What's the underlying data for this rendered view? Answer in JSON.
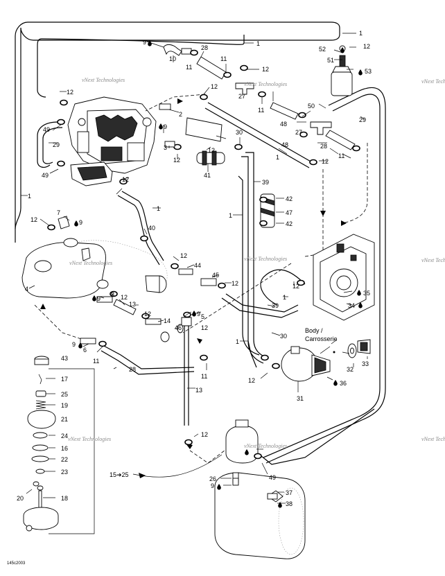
{
  "diagram": {
    "code": "145c2003",
    "watermark": "vNext Technologies",
    "body_label": "Body /\nCarrosserie",
    "body_label_line1": "Body /",
    "body_label_line2": "Carrosserie",
    "range_label": "15➔25"
  },
  "callouts": [
    {
      "id": "c1a",
      "text": "1"
    },
    {
      "id": "c1b",
      "text": "1"
    },
    {
      "id": "c1c",
      "text": "1"
    },
    {
      "id": "c1d",
      "text": "1"
    },
    {
      "id": "c1e",
      "text": "1"
    },
    {
      "id": "c1f",
      "text": "1"
    },
    {
      "id": "c1g",
      "text": "1"
    },
    {
      "id": "c1h",
      "text": "1"
    },
    {
      "id": "c2",
      "text": "2"
    },
    {
      "id": "c3",
      "text": "3"
    },
    {
      "id": "c4",
      "text": "4"
    },
    {
      "id": "c5",
      "text": "5"
    },
    {
      "id": "c6",
      "text": "6"
    },
    {
      "id": "c7",
      "text": "7"
    },
    {
      "id": "c8",
      "text": "8"
    },
    {
      "id": "c9a",
      "text": "9"
    },
    {
      "id": "c9b",
      "text": "9"
    },
    {
      "id": "c9c",
      "text": "9"
    },
    {
      "id": "c9d",
      "text": "9"
    },
    {
      "id": "c9e",
      "text": "9"
    },
    {
      "id": "c9f",
      "text": "9"
    },
    {
      "id": "c9g",
      "text": "9"
    },
    {
      "id": "c10",
      "text": "10"
    },
    {
      "id": "c11a",
      "text": "11"
    },
    {
      "id": "c11b",
      "text": "11"
    },
    {
      "id": "c11c",
      "text": "11"
    },
    {
      "id": "c11d",
      "text": "11"
    },
    {
      "id": "c11e",
      "text": "11"
    },
    {
      "id": "c11f",
      "text": "11"
    },
    {
      "id": "c12a",
      "text": "12"
    },
    {
      "id": "c12b",
      "text": "12"
    },
    {
      "id": "c12c",
      "text": "12"
    },
    {
      "id": "c12d",
      "text": "12"
    },
    {
      "id": "c12e",
      "text": "12"
    },
    {
      "id": "c12f",
      "text": "12"
    },
    {
      "id": "c12g",
      "text": "12"
    },
    {
      "id": "c12h",
      "text": "12"
    },
    {
      "id": "c12i",
      "text": "12"
    },
    {
      "id": "c12j",
      "text": "12"
    },
    {
      "id": "c12k",
      "text": "12"
    },
    {
      "id": "c12l",
      "text": "12"
    },
    {
      "id": "c12m",
      "text": "12"
    },
    {
      "id": "c12n",
      "text": "12"
    },
    {
      "id": "c12o",
      "text": "12"
    },
    {
      "id": "c12p",
      "text": "12"
    },
    {
      "id": "c12q",
      "text": "12"
    },
    {
      "id": "c13a",
      "text": "13"
    },
    {
      "id": "c13b",
      "text": "13"
    },
    {
      "id": "c14",
      "text": "14"
    },
    {
      "id": "c16",
      "text": "16"
    },
    {
      "id": "c17",
      "text": "17"
    },
    {
      "id": "c18",
      "text": "18"
    },
    {
      "id": "c19",
      "text": "19"
    },
    {
      "id": "c20",
      "text": "20"
    },
    {
      "id": "c21",
      "text": "21"
    },
    {
      "id": "c22",
      "text": "22"
    },
    {
      "id": "c23",
      "text": "23"
    },
    {
      "id": "c24",
      "text": "24"
    },
    {
      "id": "c25",
      "text": "25"
    },
    {
      "id": "c26",
      "text": "26"
    },
    {
      "id": "c27a",
      "text": "27"
    },
    {
      "id": "c27b",
      "text": "27"
    },
    {
      "id": "c28a",
      "text": "28"
    },
    {
      "id": "c28b",
      "text": "28"
    },
    {
      "id": "c28c",
      "text": "28"
    },
    {
      "id": "c29a",
      "text": "29"
    },
    {
      "id": "c29b",
      "text": "29"
    },
    {
      "id": "c30a",
      "text": "30"
    },
    {
      "id": "c30b",
      "text": "30"
    },
    {
      "id": "c31",
      "text": "31"
    },
    {
      "id": "c32",
      "text": "32"
    },
    {
      "id": "c33",
      "text": "33"
    },
    {
      "id": "c34",
      "text": "34"
    },
    {
      "id": "c35",
      "text": "35"
    },
    {
      "id": "c36",
      "text": "36"
    },
    {
      "id": "c37",
      "text": "37"
    },
    {
      "id": "c38",
      "text": "38"
    },
    {
      "id": "c39a",
      "text": "39"
    },
    {
      "id": "c39b",
      "text": "39"
    },
    {
      "id": "c40",
      "text": "40"
    },
    {
      "id": "c41",
      "text": "41"
    },
    {
      "id": "c42a",
      "text": "42"
    },
    {
      "id": "c42b",
      "text": "42"
    },
    {
      "id": "c43",
      "text": "43"
    },
    {
      "id": "c44",
      "text": "44"
    },
    {
      "id": "c45",
      "text": "45"
    },
    {
      "id": "c46",
      "text": "46"
    },
    {
      "id": "c47",
      "text": "47"
    },
    {
      "id": "c48a",
      "text": "48"
    },
    {
      "id": "c48b",
      "text": "48"
    },
    {
      "id": "c49a",
      "text": "49"
    },
    {
      "id": "c49b",
      "text": "49"
    },
    {
      "id": "c49c",
      "text": "49"
    },
    {
      "id": "c50",
      "text": "50"
    },
    {
      "id": "c51",
      "text": "51"
    },
    {
      "id": "c52",
      "text": "52"
    },
    {
      "id": "c53",
      "text": "53"
    }
  ]
}
